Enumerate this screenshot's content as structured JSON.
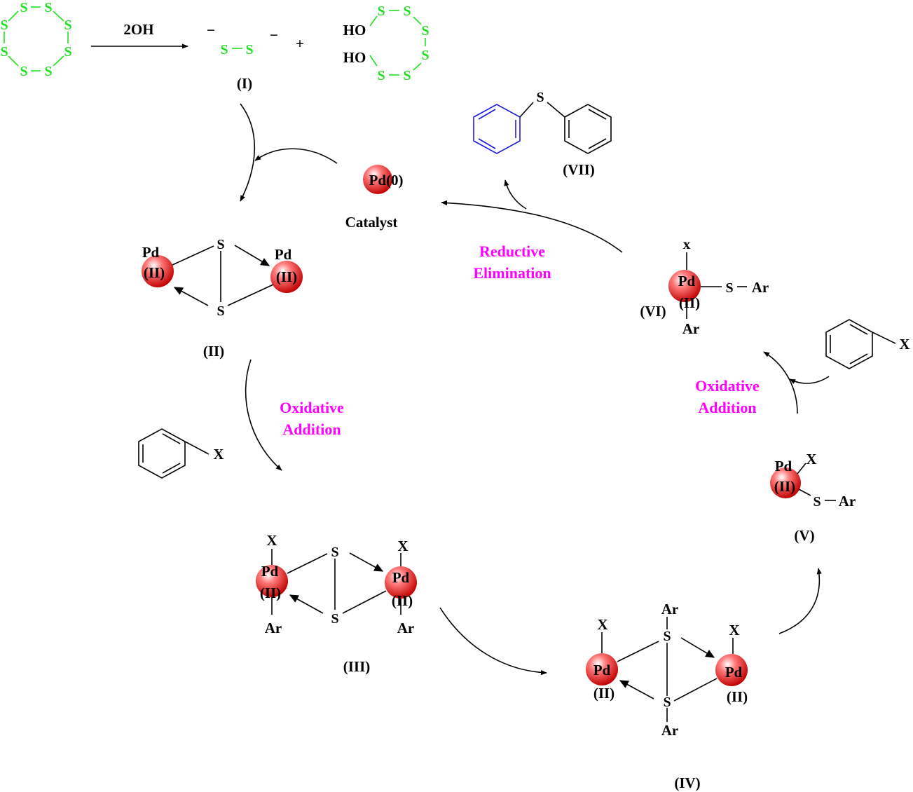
{
  "labels": {
    "reagent": "2OH",
    "charge_minus": "−",
    "plus": "+",
    "ho": "HO",
    "s": "S",
    "pd": "Pd",
    "pd0": "Pd(0)",
    "ii": "(II)",
    "x_upper": "X",
    "x_lower": "x",
    "ar": "Ar",
    "catalyst": "Catalyst",
    "cmpd_I": "(I)",
    "cmpd_II": "(II)",
    "cmpd_III": "(III)",
    "cmpd_IV": "(IV)",
    "cmpd_V": "(V)",
    "cmpd_VI": "(VI)",
    "cmpd_VII": "(VII)"
  },
  "steps": {
    "oxidative_1": "Oxidative",
    "addition_1": "Addition",
    "oxidative_2": "Oxidative",
    "addition_2": "Addition",
    "reductive": "Reductive",
    "elimination": "Elimination"
  },
  "colors": {
    "sulfur": "#22e022",
    "step_label": "#ff00ff",
    "product_ring": "#1a1adc",
    "pd_atom": "#e82020"
  }
}
